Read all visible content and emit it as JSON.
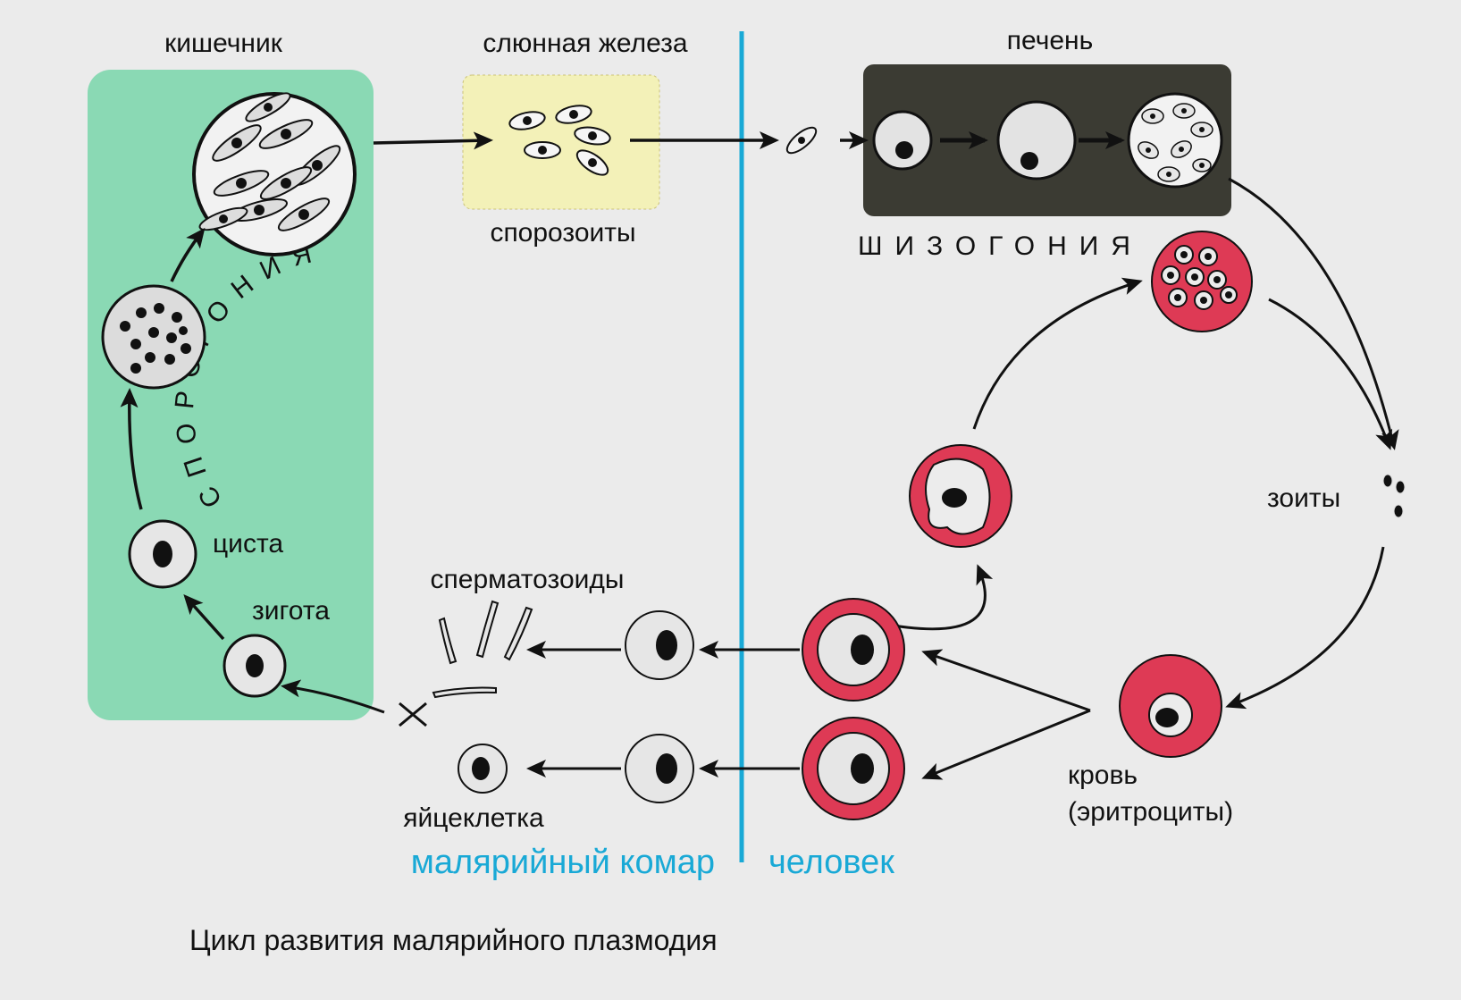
{
  "title": "Цикл развития малярийного плазмодия",
  "labels": {
    "intestine": "кишечник",
    "salivary_gland": "слюнная железа",
    "liver": "печень",
    "sporozoites": "спорозоиты",
    "schizogony": "ШИЗОГОНИЯ",
    "sporogony": "СПОРОГОНИЯ",
    "cyst": "циста",
    "zygote": "зигота",
    "spermatozoids": "сперматозоиды",
    "egg_cell": "яйцеклетка",
    "zoites": "зоиты",
    "blood_line1": "кровь",
    "blood_line2": "(эритроциты)"
  },
  "hosts": {
    "mosquito": "малярийный комар",
    "human": "человек"
  },
  "colors": {
    "background": "#ebebeb",
    "mosquito_gut": "#7fd7ae",
    "salivary_gland": "#f3f1b8",
    "liver": "#3b3b33",
    "erythrocyte": "#de3a55",
    "divider": "#19a9d6",
    "cell": "#e2e2e2"
  }
}
